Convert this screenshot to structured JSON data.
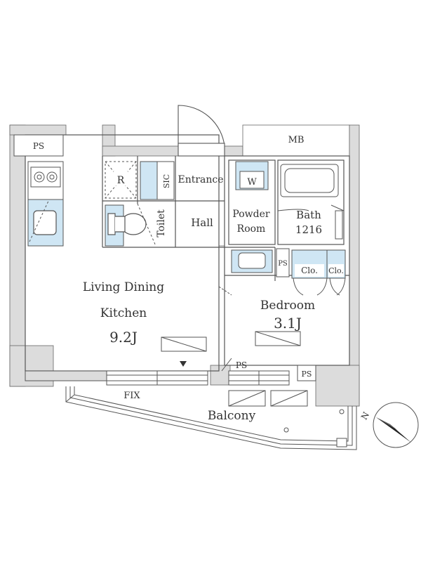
{
  "rooms": {
    "ps_top_left": "PS",
    "mb": "MB",
    "refrigerator": "R",
    "sic": "SIC",
    "entrance": "Entrance",
    "washer": "W",
    "toilet": "Toilet",
    "hall": "Hall",
    "powder_room_line1": "Powder",
    "powder_room_line2": "Room",
    "bath": "Bath",
    "bath_size": "1216",
    "ps_mid": "PS",
    "closet_1": "Clo.",
    "closet_2": "Clo.",
    "living_line1": "Living Dining",
    "living_line2": "Kitchen",
    "living_size": "9.2J",
    "bedroom": "Bedroom",
    "bedroom_size": "3.1J",
    "ps_bottom_mid": "PS",
    "ps_bottom_right": "PS",
    "fix": "FIX",
    "balcony": "Balcony"
  },
  "compass": {
    "north_label": "N"
  },
  "colors": {
    "fixture_blue": "#cfe6f4",
    "wall_gray": "#dcdcdc",
    "line": "#555555"
  }
}
